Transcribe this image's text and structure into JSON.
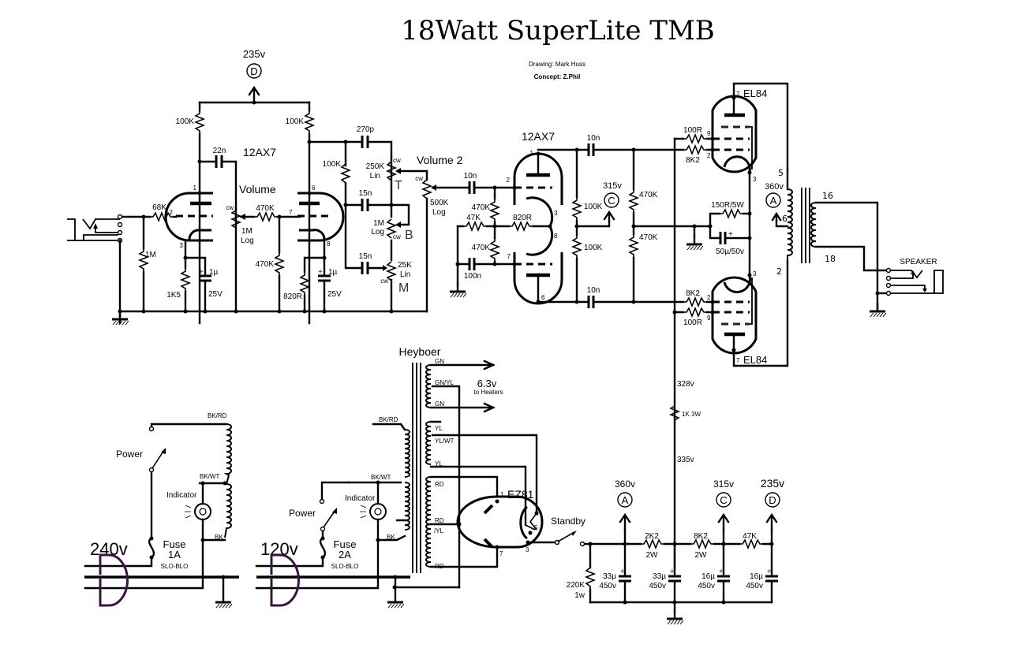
{
  "header": {
    "title": "18Watt SuperLite TMB",
    "drawing_credit": "Drawing: Mark Huss",
    "concept_credit": "Concept: Z.Phil"
  },
  "rails": {
    "A": {
      "letter": "A",
      "voltage": "360v"
    },
    "C": {
      "letter": "C",
      "voltage": "315v"
    },
    "D": {
      "letter": "D",
      "voltage": "235v"
    }
  },
  "preamp": {
    "tube_label": "12AX7",
    "plate_resistor_1": "100K",
    "plate_resistor_2": "100K",
    "coupling_cap": "22n",
    "grid_resistor": "68K",
    "input_resistor": "1M",
    "cathode_resistor_1": "1K5",
    "cathode_cap_1": {
      "value": "1µ",
      "rating": "25V"
    },
    "volume_label": "Volume",
    "volume_pot": {
      "value": "1M",
      "taper": "Log",
      "cw": "cw"
    },
    "mixing_resistor": "470K",
    "grid_leak": "470K",
    "cathode_resistor_2": "820R",
    "cathode_cap_2": {
      "value": "1µ",
      "rating": "25V"
    },
    "pins": {
      "v1a": [
        "1",
        "2",
        "3"
      ],
      "v1b": [
        "6",
        "7",
        "8"
      ]
    }
  },
  "tonestack": {
    "treble_cap": "270p",
    "slope_resistor": "100K",
    "bass_cap": "15n",
    "mid_cap": "15n",
    "treble_pot": {
      "value": "250K",
      "taper": "Lin",
      "letter": "T",
      "cw": "cw"
    },
    "bass_pot": {
      "value": "1M",
      "taper": "Log",
      "letter": "B",
      "cw": "cw"
    },
    "mid_pot": {
      "value": "25K",
      "taper": "Lin",
      "letter": "M",
      "cw": "cw"
    },
    "volume2_label": "Volume 2",
    "volume2_pot": {
      "value": "500K",
      "taper": "Log",
      "cw": "cw"
    }
  },
  "phase_inverter": {
    "tube_label": "12AX7",
    "input_cap": "10n",
    "grid_resistor_1": "470K",
    "grid_resistor_2": "470K",
    "feedback_resistor": "47K",
    "tail_resistor": "820R",
    "bypass_cap": "100n",
    "plate_resistor_1": "100K",
    "plate_resistor_2": "100K",
    "coupling_cap_1": "10n",
    "coupling_cap_2": "10n",
    "bias_resistor_1": "470K",
    "bias_resistor_2": "470K",
    "pins": [
      "1",
      "2",
      "3",
      "8",
      "7",
      "6"
    ]
  },
  "power_amp": {
    "tube_top": "EL84",
    "tube_bottom": "EL84",
    "screen_resistor_top": "100R",
    "grid_stopper_top": "8K2",
    "grid_stopper_bottom": "8K2",
    "screen_resistor_bottom": "100R",
    "cathode_resistor": "150R/5W",
    "cathode_cap": "50µ/50v",
    "pins": {
      "anode": "7",
      "screen": "9",
      "grid": "2",
      "cathode": "3"
    }
  },
  "output_transformer": {
    "primary_taps": [
      "5",
      "6",
      "2"
    ],
    "secondary_taps": [
      "16",
      "18"
    ],
    "speaker_label": "SPEAKER"
  },
  "power_transformer": {
    "brand": "Heyboer",
    "heater_taps": [
      "GN",
      "GN/YL",
      "GN"
    ],
    "heater_voltage": "6.3v",
    "heater_note": "to Heaters",
    "rectifier_heater_taps": [
      "YL",
      "YL/WT",
      "YL"
    ],
    "ht_taps": [
      "RD",
      "RD",
      "/YL",
      "RD"
    ],
    "primary_taps": [
      "BK/RD",
      "BK/WT",
      "BK"
    ]
  },
  "mains_240": {
    "voltage": "240v",
    "switch_label": "Power",
    "indicator_label": "Indicator",
    "fuse_label": "Fuse",
    "fuse_rating": "1A",
    "fuse_type": "SLO-BLO",
    "taps": [
      "BK/RD",
      "BK/WT",
      "BK"
    ]
  },
  "mains_120": {
    "voltage": "120v",
    "switch_label": "Power",
    "indicator_label": "Indicator",
    "fuse_label": "Fuse",
    "fuse_rating": "2A",
    "fuse_type": "SLO-BLO"
  },
  "rectifier": {
    "tube_label": "EZ81",
    "pins": [
      "1",
      "7",
      "4",
      "5",
      "3"
    ],
    "standby_label": "Standby"
  },
  "supply": {
    "voltage_328": "328v",
    "dropping_resistor": "1K 3W",
    "voltage_335": "335v",
    "bleeder": {
      "value": "220K",
      "rating": "1w"
    },
    "filter_caps": [
      {
        "value": "33µ",
        "rating": "450v"
      },
      {
        "value": "33µ",
        "rating": "450v"
      },
      {
        "value": "16µ",
        "rating": "450v"
      },
      {
        "value": "16µ",
        "rating": "450v"
      }
    ],
    "resistors": [
      {
        "value": "2K2",
        "rating": "2W"
      },
      {
        "value": "8K2",
        "rating": "2W"
      },
      {
        "value": "47K",
        "rating": ""
      }
    ]
  }
}
